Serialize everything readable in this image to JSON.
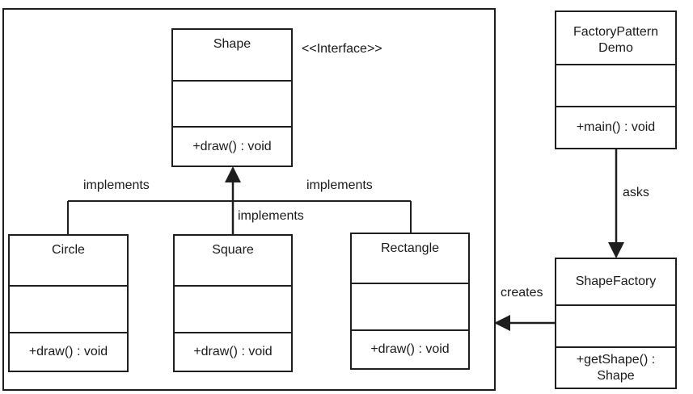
{
  "interface_tag": "<<Interface>>",
  "classes": {
    "shape": {
      "name": "Shape",
      "method": "+draw() : void"
    },
    "circle": {
      "name": "Circle",
      "method": "+draw() : void"
    },
    "square": {
      "name": "Square",
      "method": "+draw() : void"
    },
    "rectangle": {
      "name": "Rectangle",
      "method": "+draw() : void"
    },
    "demo": {
      "name_line1": "FactoryPattern",
      "name_line2": "Demo",
      "method": "+main() : void"
    },
    "factory": {
      "name": "ShapeFactory",
      "method_line1": "+getShape() :",
      "method_line2": "Shape"
    }
  },
  "relations": {
    "implements_left": "implements",
    "implements_center": "implements",
    "implements_right": "implements",
    "asks": "asks",
    "creates": "creates"
  }
}
